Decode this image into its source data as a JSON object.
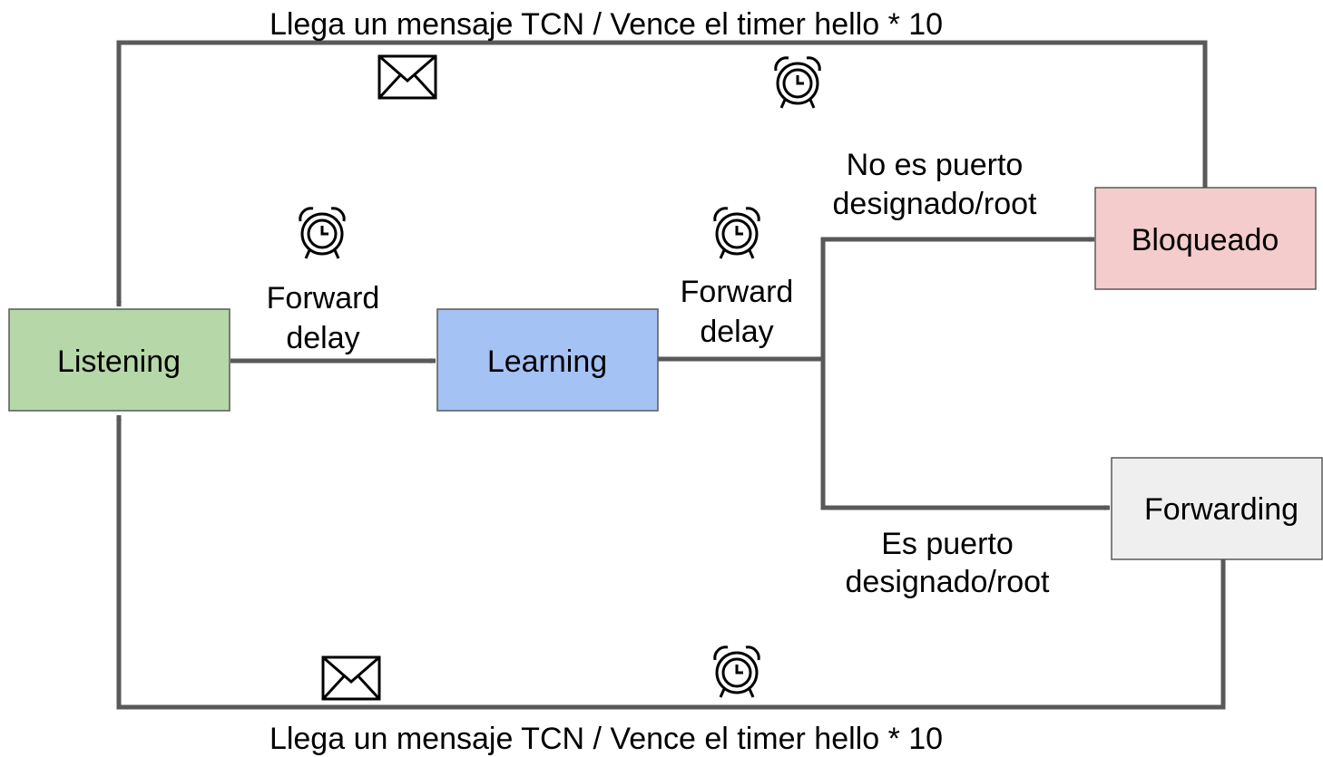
{
  "colors": {
    "edge": "#595959",
    "listening_fill": "#b6d7a8",
    "learning_fill": "#a4c2f4",
    "bloqueado_fill": "#f4cccc",
    "forwarding_fill": "#efefef"
  },
  "nodes": {
    "listening": "Listening",
    "learning": "Learning",
    "bloqueado": "Bloqueado",
    "forwarding": "Forwarding"
  },
  "edges": {
    "top_loop": "Llega un mensaje TCN / Vence el timer hello * 10",
    "bottom_loop": "Llega un mensaje TCN / Vence el timer hello * 10",
    "listening_to_learning": [
      "Forward",
      "delay"
    ],
    "learning_to_forward_delay": [
      "Forward",
      "delay"
    ],
    "to_bloqueado": [
      "No es puerto",
      "designado/root"
    ],
    "to_forwarding": [
      "Es puerto",
      "designado/root"
    ]
  },
  "icons": [
    "envelope-icon",
    "alarm-clock-icon"
  ]
}
